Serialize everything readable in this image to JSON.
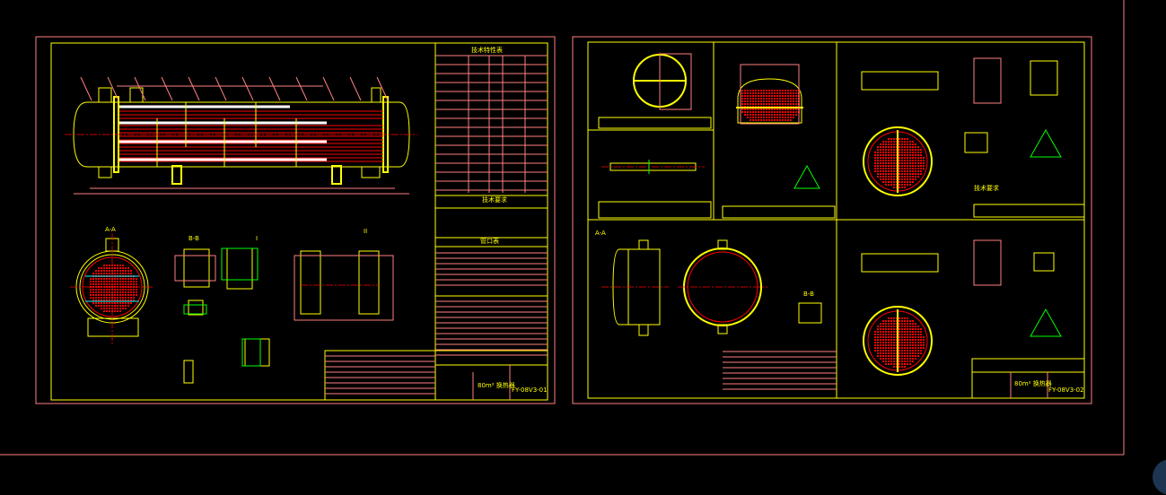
{
  "canvas": {
    "background": "#000000"
  },
  "colors": {
    "frame": "#ff8080",
    "border": "#ffff00",
    "tube": "#ff0000",
    "baffle": "#ffffff",
    "detail": "#00ff00"
  },
  "sheet1": {
    "title": "80m² 换热器",
    "drawing_no": "FY-08V3-01",
    "table_title": "技术特性表",
    "notes_title": "技术要求",
    "nozzle_table_title": "管口表",
    "section_labels": [
      "A-A",
      "B-B",
      "I",
      "II"
    ]
  },
  "sheet2": {
    "title": "80m² 换热器",
    "drawing_no": "FY-08V3-02",
    "notes_title": "技术要求",
    "section_labels": [
      "A-A",
      "B-B"
    ]
  },
  "icons": {
    "corner_button": "circle-button-icon"
  }
}
